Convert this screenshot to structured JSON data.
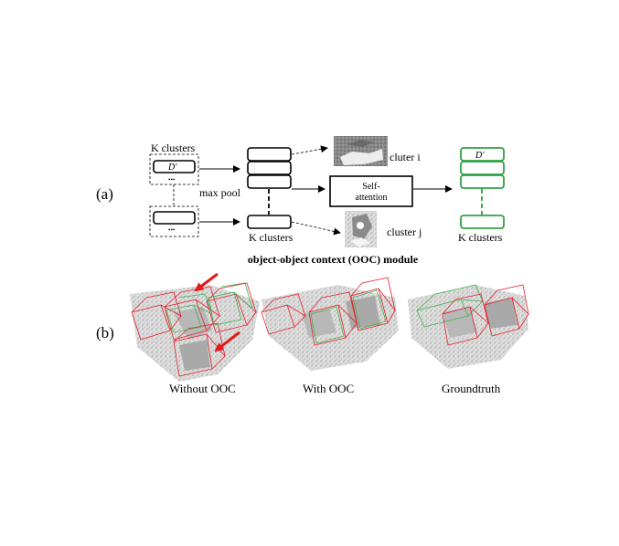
{
  "panel_a": {
    "label": "(a)",
    "k_clusters_left_label": "K clusters",
    "d_prime_label_left": "D′",
    "ellipsis_top": "•••",
    "ellipsis_bottom": "•••",
    "max_pool_label": "max pool",
    "k_clusters_middle_label": "K clusters",
    "self_attention_line1": "Self-",
    "self_attention_line2": "attention",
    "cluster_i_label": "cluter i",
    "cluster_j_label": "cluster j",
    "d_prime_label_right": "D′",
    "k_clusters_right_label": "K clusters",
    "module_title": "object-object context (OOC) module"
  },
  "panel_b": {
    "label": "(b)",
    "captions": [
      "Without OOC",
      "With OOC",
      "Groundtruth"
    ]
  },
  "colors": {
    "prediction_box": "#e8212a",
    "groundtruth_box": "#3cb44b",
    "output_stack": "#2ea043",
    "arrow": "#e31a1c"
  }
}
